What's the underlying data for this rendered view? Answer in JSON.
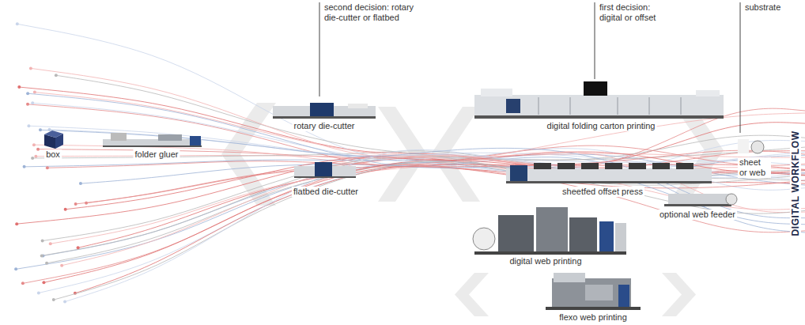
{
  "diagram": {
    "labels": [
      "second decision: rotary die-cutter or flatbed",
      "first decision: digital or offset",
      "substrate",
      "rotary die-cutter",
      "digital folding carton printing",
      "DIGITAL WORKFLOW",
      "box",
      "folder gluer",
      "sheet or web",
      "flatbed die-cutter",
      "sheetfed offset press",
      "optional web feeder",
      "digital web printing",
      "flexo web printing"
    ]
  }
}
